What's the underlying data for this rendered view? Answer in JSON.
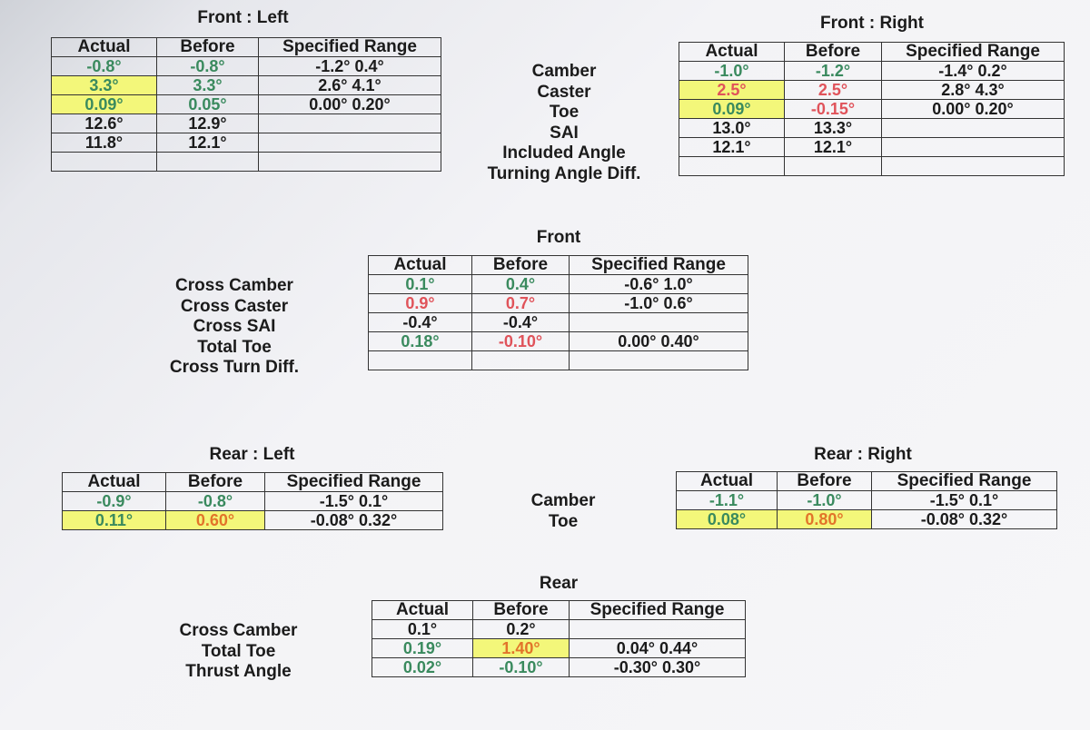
{
  "front_left": {
    "title": "Front : Left",
    "headers": [
      "Actual",
      "Before",
      "Specified Range"
    ],
    "rows": [
      [
        {
          "v": "-0.8°",
          "c": "green"
        },
        {
          "v": "-0.8°",
          "c": "green"
        },
        {
          "v": "-1.2° 0.4°",
          "c": "black"
        }
      ],
      [
        {
          "v": "3.3°",
          "c": "green",
          "hl": true
        },
        {
          "v": "3.3°",
          "c": "green"
        },
        {
          "v": "2.6° 4.1°",
          "c": "black"
        }
      ],
      [
        {
          "v": "0.09°",
          "c": "green",
          "hl": true
        },
        {
          "v": "0.05°",
          "c": "green"
        },
        {
          "v": "0.00° 0.20°",
          "c": "black"
        }
      ],
      [
        {
          "v": "12.6°",
          "c": "black"
        },
        {
          "v": "12.9°",
          "c": "black"
        },
        {
          "v": "",
          "c": "black"
        }
      ],
      [
        {
          "v": "11.8°",
          "c": "black"
        },
        {
          "v": "12.1°",
          "c": "black"
        },
        {
          "v": "",
          "c": "black"
        }
      ],
      [
        {
          "v": "",
          "c": "black"
        },
        {
          "v": "",
          "c": "black"
        },
        {
          "v": "",
          "c": "black"
        }
      ]
    ]
  },
  "front_labels": [
    "Camber",
    "Caster",
    "Toe",
    "SAI",
    "Included Angle",
    "Turning Angle Diff."
  ],
  "front_right": {
    "title": "Front : Right",
    "headers": [
      "Actual",
      "Before",
      "Specified Range"
    ],
    "rows": [
      [
        {
          "v": "-1.0°",
          "c": "green"
        },
        {
          "v": "-1.2°",
          "c": "green"
        },
        {
          "v": "-1.4° 0.2°",
          "c": "black"
        }
      ],
      [
        {
          "v": "2.5°",
          "c": "red",
          "hl": true
        },
        {
          "v": "2.5°",
          "c": "red"
        },
        {
          "v": "2.8° 4.3°",
          "c": "black"
        }
      ],
      [
        {
          "v": "0.09°",
          "c": "green",
          "hl": true
        },
        {
          "v": "-0.15°",
          "c": "red"
        },
        {
          "v": "0.00° 0.20°",
          "c": "black"
        }
      ],
      [
        {
          "v": "13.0°",
          "c": "black"
        },
        {
          "v": "13.3°",
          "c": "black"
        },
        {
          "v": "",
          "c": "black"
        }
      ],
      [
        {
          "v": "12.1°",
          "c": "black"
        },
        {
          "v": "12.1°",
          "c": "black"
        },
        {
          "v": "",
          "c": "black"
        }
      ],
      [
        {
          "v": "",
          "c": "black"
        },
        {
          "v": "",
          "c": "black"
        },
        {
          "v": "",
          "c": "black"
        }
      ]
    ]
  },
  "front": {
    "title": "Front",
    "labels": [
      "Cross Camber",
      "Cross Caster",
      "Cross SAI",
      "Total Toe",
      "Cross Turn Diff."
    ],
    "headers": [
      "Actual",
      "Before",
      "Specified Range"
    ],
    "rows": [
      [
        {
          "v": "0.1°",
          "c": "green"
        },
        {
          "v": "0.4°",
          "c": "green"
        },
        {
          "v": "-0.6° 1.0°",
          "c": "black"
        }
      ],
      [
        {
          "v": "0.9°",
          "c": "red"
        },
        {
          "v": "0.7°",
          "c": "red"
        },
        {
          "v": "-1.0° 0.6°",
          "c": "black"
        }
      ],
      [
        {
          "v": "-0.4°",
          "c": "black"
        },
        {
          "v": "-0.4°",
          "c": "black"
        },
        {
          "v": "",
          "c": "black"
        }
      ],
      [
        {
          "v": "0.18°",
          "c": "green"
        },
        {
          "v": "-0.10°",
          "c": "red"
        },
        {
          "v": "0.00° 0.40°",
          "c": "black"
        }
      ],
      [
        {
          "v": "",
          "c": "black"
        },
        {
          "v": "",
          "c": "black"
        },
        {
          "v": "",
          "c": "black"
        }
      ]
    ]
  },
  "rear_left": {
    "title": "Rear : Left",
    "headers": [
      "Actual",
      "Before",
      "Specified Range"
    ],
    "rows": [
      [
        {
          "v": "-0.9°",
          "c": "green"
        },
        {
          "v": "-0.8°",
          "c": "green"
        },
        {
          "v": "-1.5° 0.1°",
          "c": "black"
        }
      ],
      [
        {
          "v": "0.11°",
          "c": "green",
          "hl": true
        },
        {
          "v": "0.60°",
          "c": "orange",
          "hl": true
        },
        {
          "v": "-0.08° 0.32°",
          "c": "black"
        }
      ]
    ]
  },
  "rear_labels": [
    "Camber",
    "Toe"
  ],
  "rear_right": {
    "title": "Rear : Right",
    "headers": [
      "Actual",
      "Before",
      "Specified Range"
    ],
    "rows": [
      [
        {
          "v": "-1.1°",
          "c": "green"
        },
        {
          "v": "-1.0°",
          "c": "green"
        },
        {
          "v": "-1.5° 0.1°",
          "c": "black"
        }
      ],
      [
        {
          "v": "0.08°",
          "c": "green",
          "hl": true
        },
        {
          "v": "0.80°",
          "c": "orange",
          "hl": true
        },
        {
          "v": "-0.08° 0.32°",
          "c": "black"
        }
      ]
    ]
  },
  "rear": {
    "title": "Rear",
    "labels": [
      "Cross Camber",
      "Total Toe",
      "Thrust Angle"
    ],
    "headers": [
      "Actual",
      "Before",
      "Specified Range"
    ],
    "rows": [
      [
        {
          "v": "0.1°",
          "c": "black"
        },
        {
          "v": "0.2°",
          "c": "black"
        },
        {
          "v": "",
          "c": "black"
        }
      ],
      [
        {
          "v": "0.19°",
          "c": "green"
        },
        {
          "v": "1.40°",
          "c": "orange",
          "hl": true
        },
        {
          "v": "0.04° 0.44°",
          "c": "black"
        }
      ],
      [
        {
          "v": "0.02°",
          "c": "green"
        },
        {
          "v": "-0.10°",
          "c": "green"
        },
        {
          "v": "-0.30° 0.30°",
          "c": "black"
        }
      ]
    ]
  }
}
